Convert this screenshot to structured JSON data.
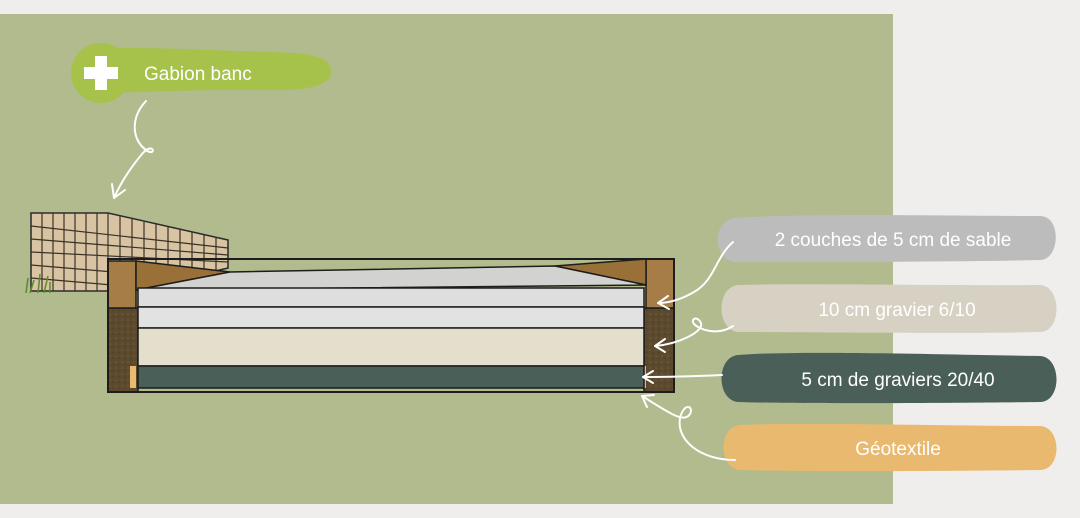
{
  "colors": {
    "page_bg": "#efeeec",
    "panel_bg": "#b1bb8d",
    "gabion_badge": "#a6c24a",
    "sand_layer": "#dcdcda",
    "gravel_6_10_layer": "#e3dfcc",
    "gravel_20_40_layer": "#4a5f57",
    "soil": "#5b4a2e",
    "wood": "#a67c47",
    "geotextile": "#e8b96e",
    "label_sand": "#bcbcbc",
    "label_gravel_6_10": "#d6d1c2",
    "label_gravel_20_40": "#4b5f59",
    "label_geotextile": "#e8b96e"
  },
  "gabion": {
    "label": "Gabion banc",
    "icon": "plus-icon"
  },
  "layers": [
    {
      "id": "sand",
      "label": "2 couches de 5 cm de sable"
    },
    {
      "id": "gravel-6-10",
      "label": "10 cm gravier 6/10"
    },
    {
      "id": "gravel-20-40",
      "label": "5 cm de graviers 20/40"
    },
    {
      "id": "geotextile",
      "label": "Géotextile"
    }
  ]
}
